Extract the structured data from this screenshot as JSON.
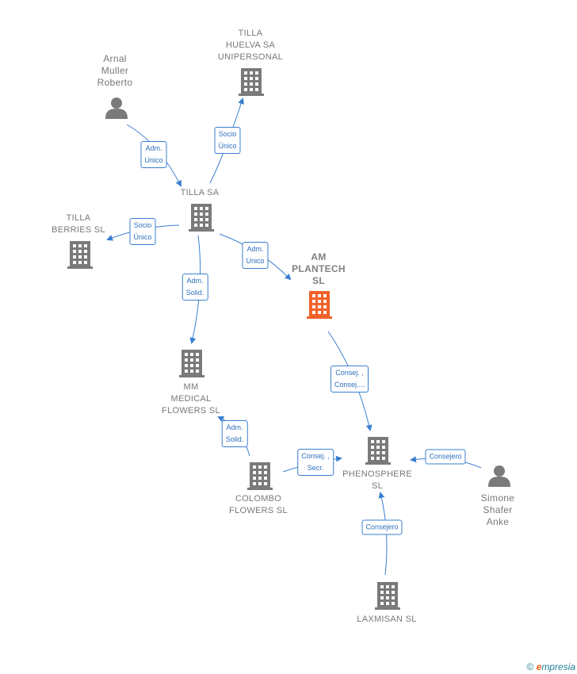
{
  "nodes": {
    "tilla_huelva": {
      "label": "TILLA\nHUELVA SA\nUNIPERSONAL"
    },
    "arnal": {
      "label": "Arnal\nMuller\nRoberto"
    },
    "tilla_sa": {
      "label": "TILLA SA"
    },
    "tilla_berries": {
      "label": "TILLA\nBERRIES SL"
    },
    "am_plantech": {
      "label": "AM\nPLANTECH\nSL"
    },
    "mm_medical": {
      "label": "MM\nMEDICAL\nFLOWERS  SL"
    },
    "colombo": {
      "label": "COLOMBO\nFLOWERS  SL"
    },
    "phenosphere": {
      "label": "PHENOSPHERE\nSL"
    },
    "simone": {
      "label": "Simone\nShafer\nAnke"
    },
    "laxmisan": {
      "label": "LAXMISAN  SL"
    }
  },
  "edges": {
    "arnal_tilla": "Adm.\nUnico",
    "tilla_huelva": "Socio\nÚnico",
    "tilla_berries": "Socio\nÚnico",
    "tilla_am": "Adm.\nUnico",
    "tilla_mm": "Adm.\nSolid.",
    "am_pheno": "Consej. ,\nConsej....",
    "colombo_mm": "Adm.\nSolid.",
    "colombo_pheno": "Consej. ,\nSecr.",
    "simone_pheno": "Consejero",
    "laxmisan_pheno": "Consejero"
  },
  "colors": {
    "edge": "#3a7fd1",
    "building": "#7a7a7a",
    "highlight": "#f0622a",
    "person": "#7a7a7a"
  },
  "footer": {
    "copyright": "©",
    "brand_first": "e",
    "brand_rest": "mpresia"
  }
}
